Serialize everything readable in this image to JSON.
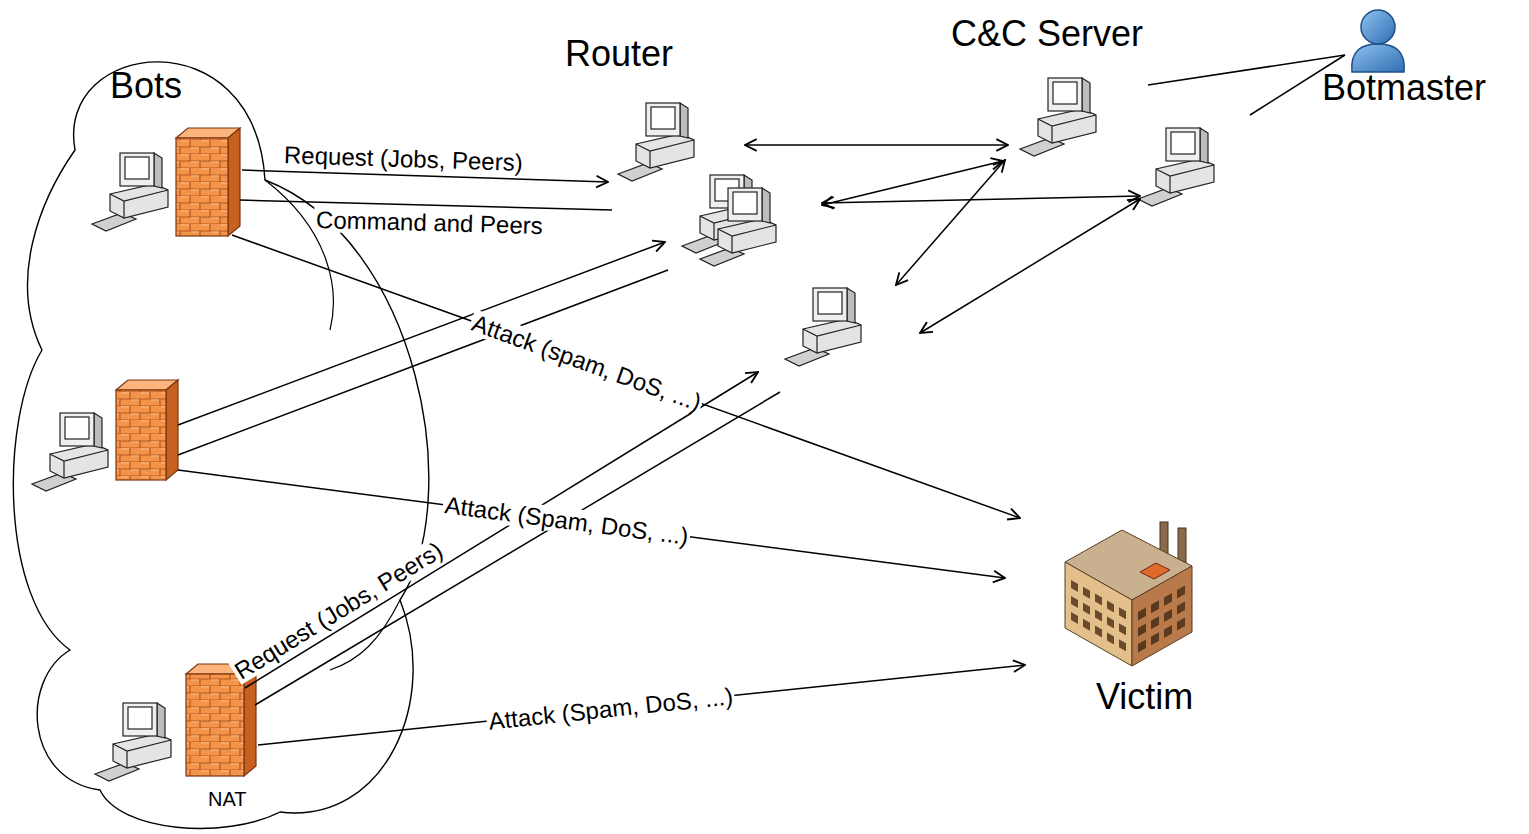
{
  "diagram": {
    "nodes": [
      {
        "text": [
          "Bots"
        ]
      },
      {
        "text": [
          "NAT"
        ],
        "in": 0
      },
      {
        "text": [
          "Router"
        ]
      },
      {
        "text": [
          "C&C Server"
        ]
      },
      {
        "text": [
          "Botmaster"
        ]
      },
      {
        "text": [
          "Victim"
        ]
      }
    ],
    "edges": [
      {
        "from": 0,
        "to": 2,
        "label": "Request (Jobs, Peers)",
        "arrow": "to"
      },
      {
        "from": 2,
        "to": 0,
        "label": "Command and Peers",
        "arrow": "none"
      },
      {
        "from": 0,
        "to": 5,
        "label": "Attack (spam, DoS, ...)",
        "arrow": "to"
      },
      {
        "from": 0,
        "to": 2,
        "arrow": "to"
      },
      {
        "from": 2,
        "to": 0,
        "arrow": "none"
      },
      {
        "from": 0,
        "to": 5,
        "label": "Attack (Spam, DoS, ...)",
        "arrow": "to"
      },
      {
        "from": 1,
        "to": 2,
        "label": "Request (Jobs, Peers)",
        "arrow": "to"
      },
      {
        "from": 2,
        "to": 1,
        "arrow": "none"
      },
      {
        "from": 1,
        "to": 5,
        "label": "Attack (Spam, DoS, ...)",
        "arrow": "to"
      },
      {
        "from": 2,
        "to": 3,
        "arrow": "both"
      },
      {
        "from": 3,
        "to": 4,
        "arrow": "none"
      },
      {
        "from": 3,
        "to": 4,
        "arrow": "none"
      }
    ]
  }
}
